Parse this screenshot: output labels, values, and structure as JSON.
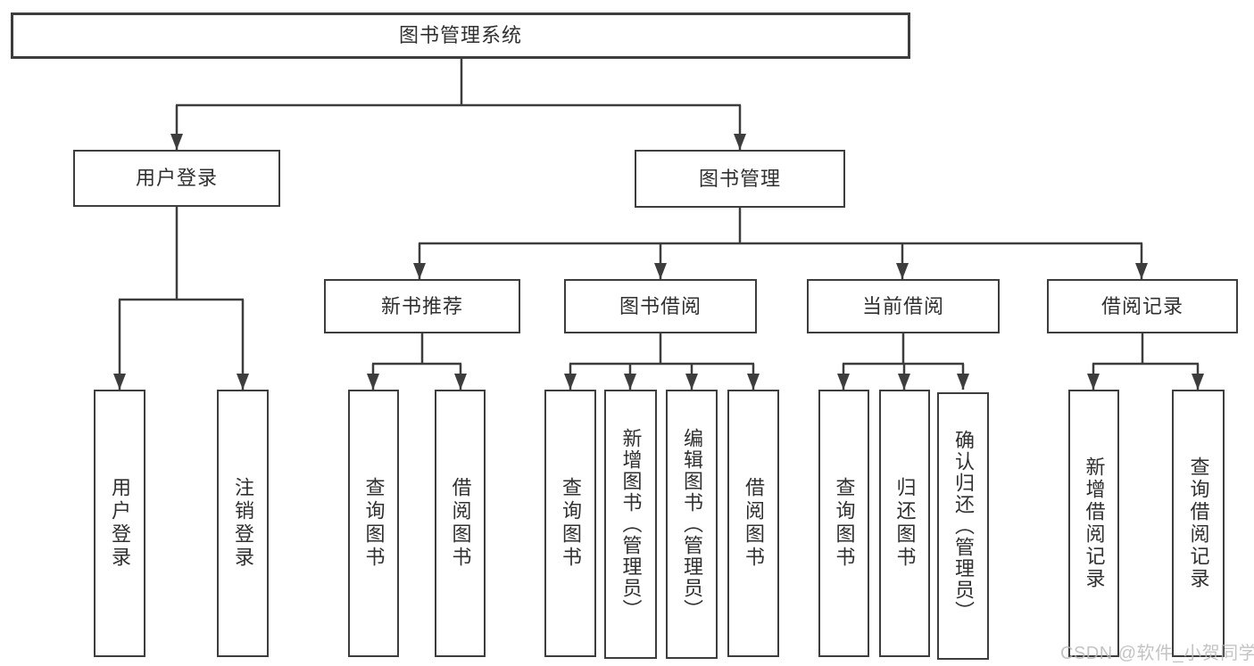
{
  "colors": {
    "line": "#3d3d3d",
    "box_border": "#3d3d3d",
    "text": "#303030",
    "watermark": "#b9b9b9",
    "background": "#ffffff"
  },
  "diagram": {
    "root": {
      "label": "图书管理系统"
    },
    "level2": {
      "user_login": {
        "label": "用户登录"
      },
      "book_mgmt": {
        "label": "图书管理"
      }
    },
    "level3": {
      "new_books": {
        "label": "新书推荐"
      },
      "book_borrow": {
        "label": "图书借阅"
      },
      "current_borrow": {
        "label": "当前借阅"
      },
      "borrow_records": {
        "label": "借阅记录"
      }
    },
    "leaves": {
      "user_login": {
        "label": "用户登录"
      },
      "logout": {
        "label": "注销登录"
      },
      "nb_query": {
        "label": "查询图书"
      },
      "nb_borrow": {
        "label": "借阅图书"
      },
      "bw_query": {
        "label": "查询图书"
      },
      "bw_add": {
        "label": "新增图书（管理员）"
      },
      "bw_edit": {
        "label": "编辑图书（管理员）"
      },
      "bw_borrow": {
        "label": "借阅图书"
      },
      "cur_query": {
        "label": "查询图书"
      },
      "cur_return": {
        "label": "归还图书"
      },
      "cur_confirm": {
        "label": "确认归还（管理员）"
      },
      "rec_add": {
        "label": "新增借阅记录"
      },
      "rec_query": {
        "label": "查询借阅记录"
      }
    },
    "watermark": "CSDN @软件_小贺同学"
  }
}
